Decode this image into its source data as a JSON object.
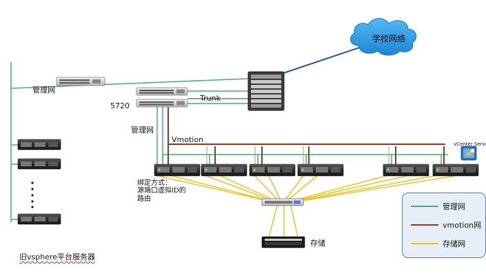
{
  "labels": {
    "campus_network": "学校网络",
    "management_net_top": "管理网",
    "switch_5720": "5720",
    "trunk": "Trunk",
    "management_net_mid": "管理网",
    "vmotion": "Vmotion",
    "binding_line1": "绑定方式：",
    "binding_line2": "源端口虚拟ID的",
    "binding_line3": "路由",
    "storage": "存储",
    "old_servers": "旧vsphere平台服务器",
    "vcenter": "vCenter Server"
  },
  "legend": [
    {
      "label": "管理网",
      "color": "#3cb371"
    },
    {
      "label": "vmotion网",
      "color": "#8b3a1e"
    },
    {
      "label": "存储网",
      "color": "#f0c020"
    }
  ],
  "colors": {
    "management": "#3cb371",
    "vmotion": "#8b3a1e",
    "storage": "#f0c020",
    "uplink": "#1f5aa6",
    "cloud": "#2f9be6"
  }
}
